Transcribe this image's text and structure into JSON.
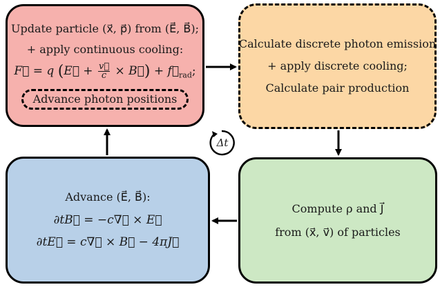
{
  "boxes": {
    "update": {
      "line1": "Update particle (x⃗, p⃗) from (E⃗, B⃗);",
      "line2": "+ apply continuous cooling:",
      "eq_lhs": "F⃗ = q",
      "eq_E": "E⃗ +",
      "eq_v": "v⃗",
      "eq_c": "c",
      "eq_rest": "× B⃗",
      "eq_tail": "+ f⃗",
      "eq_sub": "rad",
      "eq_end": ";",
      "pill": "Advance photon positions"
    },
    "emission": {
      "line1": "Calculate discrete photon emission",
      "line2": "+ apply discrete cooling;",
      "line3": "Calculate pair production"
    },
    "fields": {
      "line1": "Advance (E⃗, B⃗):",
      "eq1": "∂tB⃗ = −c∇⃗ × E⃗",
      "eq2": "∂tE⃗ = c∇⃗ × B⃗ − 4πJ⃗"
    },
    "current": {
      "line1": "Compute ρ and J⃗",
      "line2": "from (x⃗, v⃗) of particles"
    }
  },
  "timestep": {
    "label": "Δt",
    "icon": "cycle-arrow-icon"
  },
  "colors": {
    "update": "#f6b1ad",
    "emission": "#fcd7a5",
    "fields": "#b8d0e8",
    "current": "#cde8c4",
    "stroke": "#000000"
  }
}
